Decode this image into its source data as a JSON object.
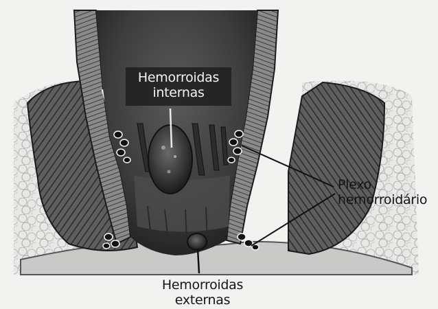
{
  "labels": {
    "internal": {
      "line1": "Hemorroidas",
      "line2": "internas"
    },
    "plexus": {
      "line1": "Plexo",
      "line2": "hemorroidário"
    },
    "external": {
      "line1": "Hemorroidas",
      "line2": "externas"
    }
  }
}
